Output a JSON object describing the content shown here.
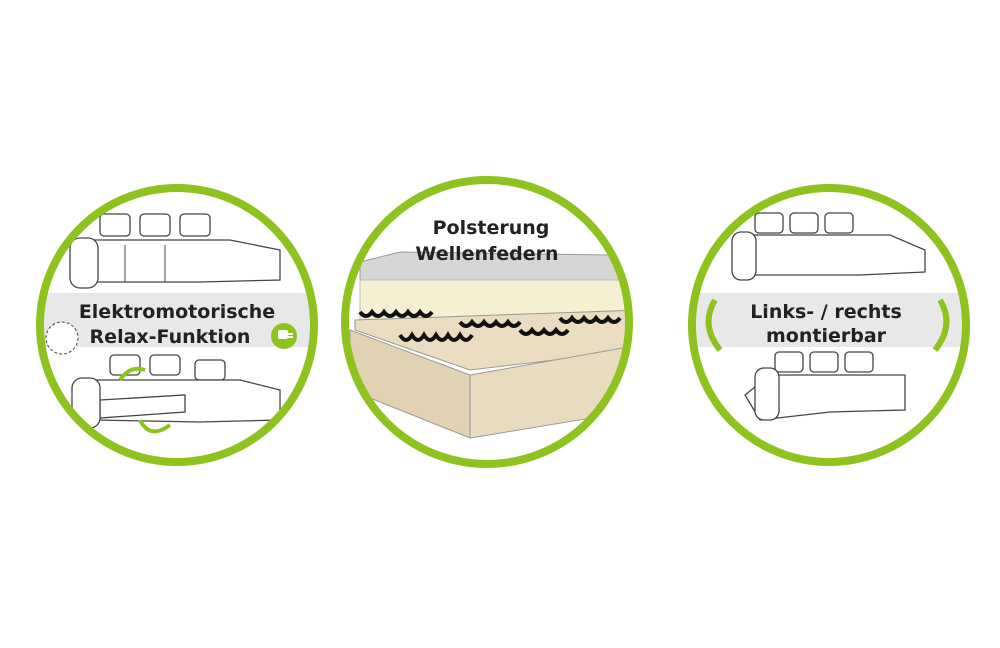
{
  "colors": {
    "ring": "#8dc21f",
    "band": "#e8e8e8",
    "foam": "#f6f0d2",
    "frame": "#e2d2b4"
  },
  "features": [
    {
      "line1": "Elektromotorische",
      "line2": "Relax-Funktion",
      "icon": "plug-icon"
    },
    {
      "line1": "Polsterung",
      "line2": "Wellenfedern",
      "icon": "wave-spring-icon"
    },
    {
      "line1": "Links- / rechts",
      "line2": "montierbar",
      "icon": "swap-arrows-icon"
    }
  ]
}
